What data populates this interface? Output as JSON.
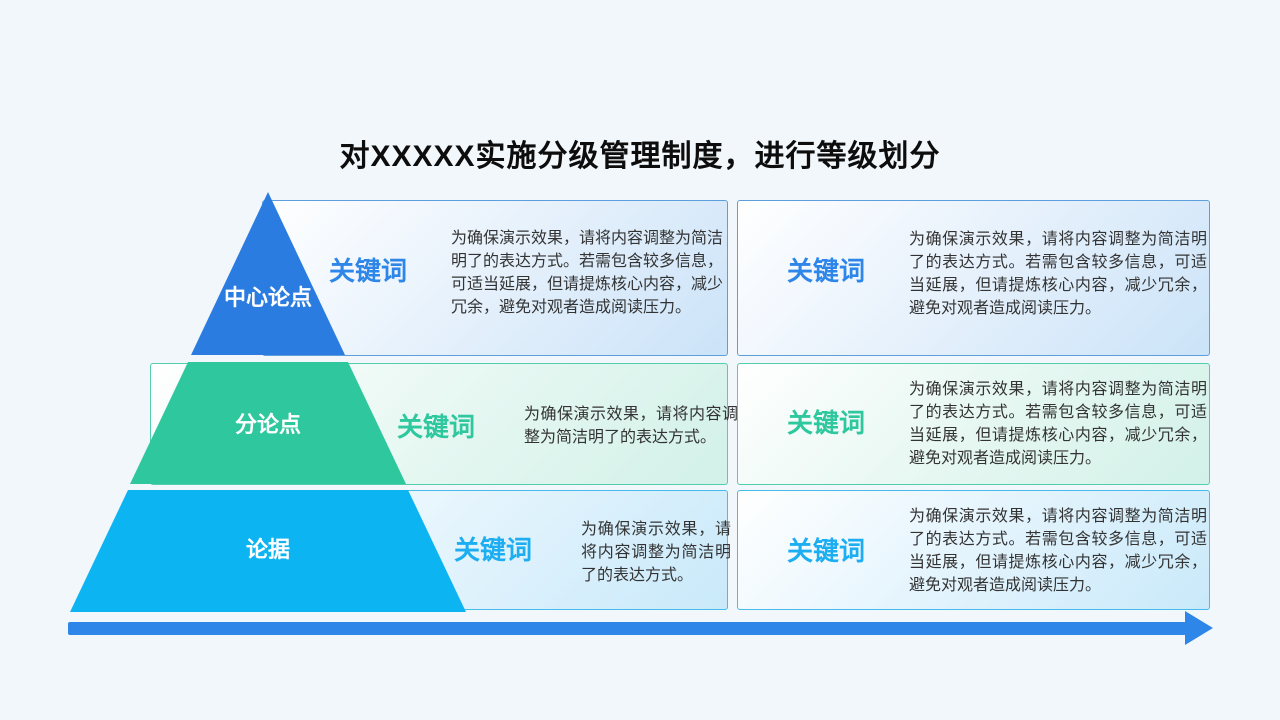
{
  "title": "对XXXXX实施分级管理制度，进行等级划分",
  "pyramid": {
    "levels": [
      {
        "label": "中心论点",
        "color": "#2a7ce1"
      },
      {
        "label": "分论点",
        "color": "#2fc79e"
      },
      {
        "label": "论据",
        "color": "#0db4f2"
      }
    ]
  },
  "rows": [
    {
      "accent": "#2e86e8",
      "left": {
        "keyword": "关键词",
        "text": "为确保演示效果，请将内容调整为简洁明了的表达方式。若需包含较多信息，可适当延展，但请提炼核心内容，减少冗余，避免对观者造成阅读压力。"
      },
      "right": {
        "keyword": "关键词",
        "text": "为确保演示效果，请将内容调整为简洁明了的表达方式。若需包含较多信息，可适当延展，但请提炼核心内容，减少冗余，避免对观者造成阅读压力。"
      }
    },
    {
      "accent": "#2ec79e",
      "left": {
        "keyword": "关键词",
        "text": "为确保演示效果，请将内容调整为简洁明了的表达方式。"
      },
      "right": {
        "keyword": "关键词",
        "text": "为确保演示效果，请将内容调整为简洁明了的表达方式。若需包含较多信息，可适当延展，但请提炼核心内容，减少冗余，避免对观者造成阅读压力。"
      }
    },
    {
      "accent": "#1daef2",
      "left": {
        "keyword": "关键词",
        "text": "为确保演示效果，请将内容调整为简洁明了的表达方式。"
      },
      "right": {
        "keyword": "关键词",
        "text": "为确保演示效果，请将内容调整为简洁明了的表达方式。若需包含较多信息，可适当延展，但请提炼核心内容，减少冗余，避免对观者造成阅读压力。"
      }
    }
  ],
  "arrow_color": "#2e86e8",
  "background_color": "#f2f7fb"
}
